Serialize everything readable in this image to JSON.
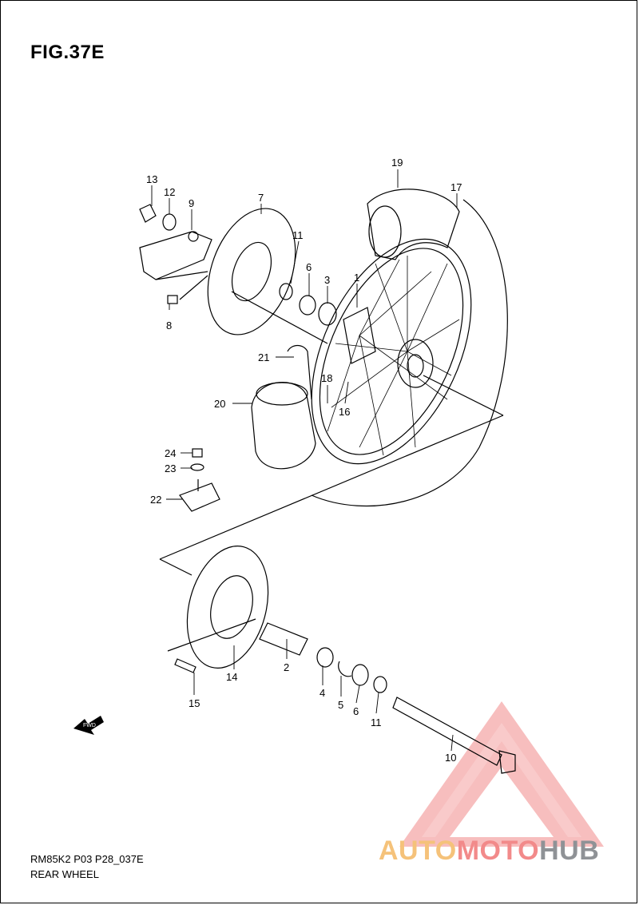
{
  "figure": {
    "title": "FIG.37E",
    "model_code": "RM85K2 P03 P28_037E",
    "section_name": "REAR WHEEL",
    "fwd_label": "FWD"
  },
  "callouts": [
    {
      "id": "13",
      "text": "13"
    },
    {
      "id": "12",
      "text": "12"
    },
    {
      "id": "9",
      "text": "9"
    },
    {
      "id": "7",
      "text": "7"
    },
    {
      "id": "11a",
      "text": "11"
    },
    {
      "id": "6a",
      "text": "6"
    },
    {
      "id": "3",
      "text": "3"
    },
    {
      "id": "1",
      "text": "1"
    },
    {
      "id": "19",
      "text": "19"
    },
    {
      "id": "17",
      "text": "17"
    },
    {
      "id": "8",
      "text": "8"
    },
    {
      "id": "21",
      "text": "21"
    },
    {
      "id": "18",
      "text": "18"
    },
    {
      "id": "16",
      "text": "16"
    },
    {
      "id": "20",
      "text": "20"
    },
    {
      "id": "24",
      "text": "24"
    },
    {
      "id": "23",
      "text": "23"
    },
    {
      "id": "22",
      "text": "22"
    },
    {
      "id": "2",
      "text": "2"
    },
    {
      "id": "14",
      "text": "14"
    },
    {
      "id": "15",
      "text": "15"
    },
    {
      "id": "4",
      "text": "4"
    },
    {
      "id": "5",
      "text": "5"
    },
    {
      "id": "6b",
      "text": "6"
    },
    {
      "id": "11b",
      "text": "11"
    },
    {
      "id": "10",
      "text": "10"
    }
  ],
  "watermark": {
    "part1": "AUTO",
    "part2": "MOTO",
    "part3": "HUB",
    "color1": "#f5c27a",
    "color2": "#f28a8a",
    "color3": "#8f9296"
  }
}
